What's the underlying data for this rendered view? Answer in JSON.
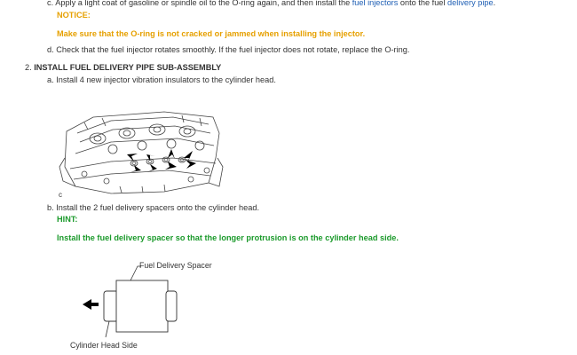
{
  "step_c": {
    "marker": "c.",
    "text_before": "Apply a light coat of gasoline or spindle oil to the O-ring again, and then install the ",
    "link_injectors": "fuel injectors",
    "text_middle": " onto the fuel ",
    "link_delivery_pipe": "delivery pipe",
    "text_after": "."
  },
  "notice_1": {
    "label": "NOTICE:",
    "text": "Make sure that the O-ring is not cracked or jammed when installing the injector."
  },
  "step_d": {
    "marker": "d.",
    "text": "Check that the fuel injector rotates smoothly. If the fuel injector does not rotate, replace the O-ring."
  },
  "section_2": {
    "number": "2.",
    "title": "INSTALL FUEL DELIVERY PIPE SUB-ASSEMBLY"
  },
  "step_a": {
    "marker": "a.",
    "text": "Install 4 new injector vibration insulators to the cylinder head."
  },
  "figure_1": {
    "caption": "c"
  },
  "step_b": {
    "marker": "b.",
    "text": "Install the 2 fuel delivery spacers onto the cylinder head."
  },
  "hint_1": {
    "label": "HINT:",
    "text": "Install the fuel delivery spacer so that the longer protrusion is on the cylinder head side."
  },
  "figure_2": {
    "label_spacer": "Fuel Delivery Spacer",
    "label_head_side": "Cylinder Head Side"
  },
  "colors": {
    "link": "#1f5fb4",
    "notice": "#e6a000",
    "hint": "#1c9a2c",
    "text": "#333333"
  }
}
